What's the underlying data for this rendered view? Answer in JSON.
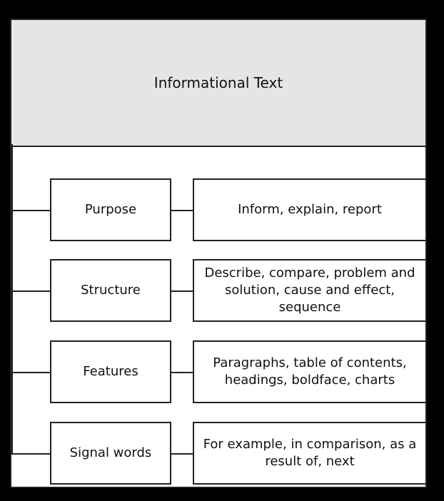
{
  "diagram": {
    "title": "Informational Text",
    "rows": [
      {
        "label": "Purpose",
        "description": "Inform, explain, report"
      },
      {
        "label": "Structure",
        "description": "Describe, compare, problem and solution, cause and effect, sequence"
      },
      {
        "label": "Features",
        "description": "Paragraphs, table of contents, headings, boldface, charts"
      },
      {
        "label": "Signal words",
        "description": "For example, in comparison, as a result of, next"
      }
    ]
  }
}
